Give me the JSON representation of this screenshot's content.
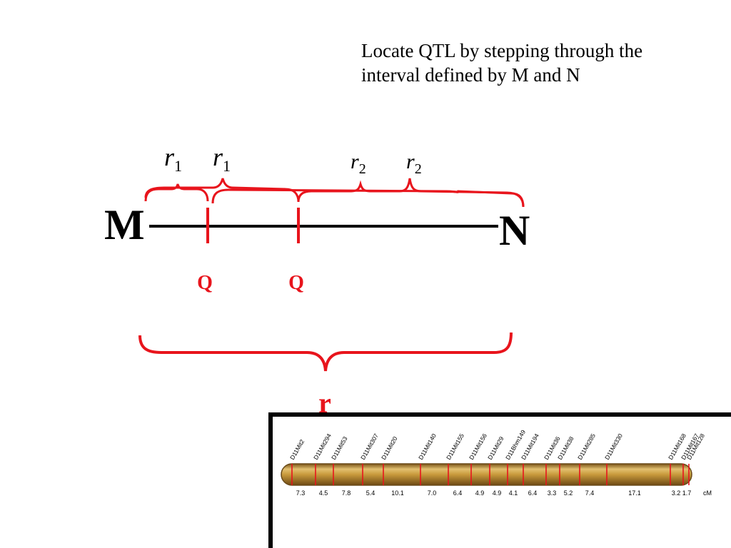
{
  "title": {
    "line1": "Locate QTL by stepping through the",
    "line2": "interval defined by M and N"
  },
  "diagram": {
    "left_marker": "M",
    "right_marker": "N",
    "qtl_labels": [
      "Q",
      "Q"
    ],
    "total_label": "r",
    "segment_labels": [
      {
        "sym": "r",
        "sub": "1"
      },
      {
        "sym": "r",
        "sub": "1"
      },
      {
        "sym": "r",
        "sub": "2"
      },
      {
        "sym": "r",
        "sub": "2"
      }
    ]
  },
  "chromosome_map": {
    "markers": [
      "D11Mit2",
      "D11Mit294",
      "D11Mit53",
      "D11Mit307",
      "D11Mit20",
      "D11Mit140",
      "D11Mit155",
      "D11Mit156",
      "D11Mit29",
      "D11Bhm149",
      "D11Mit194",
      "D11Mit36",
      "D11Mit38",
      "D11Mit285",
      "D11Mit330",
      "D11Mit168",
      "D11Mit167",
      "D11Mit128"
    ],
    "distances": [
      "7.3",
      "4.5",
      "7.8",
      "5.4",
      "10.1",
      "7.0",
      "6.4",
      "4.9",
      "4.9",
      "4.1",
      "6.4",
      "3.3",
      "5.2",
      "7.4",
      "17.1",
      "3.2",
      "1.7"
    ],
    "unit": "cM"
  },
  "colors": {
    "accent": "#e8141c",
    "line": "#000000",
    "chromosome": "#c89a3c",
    "chromosome_dark": "#8a6420"
  }
}
